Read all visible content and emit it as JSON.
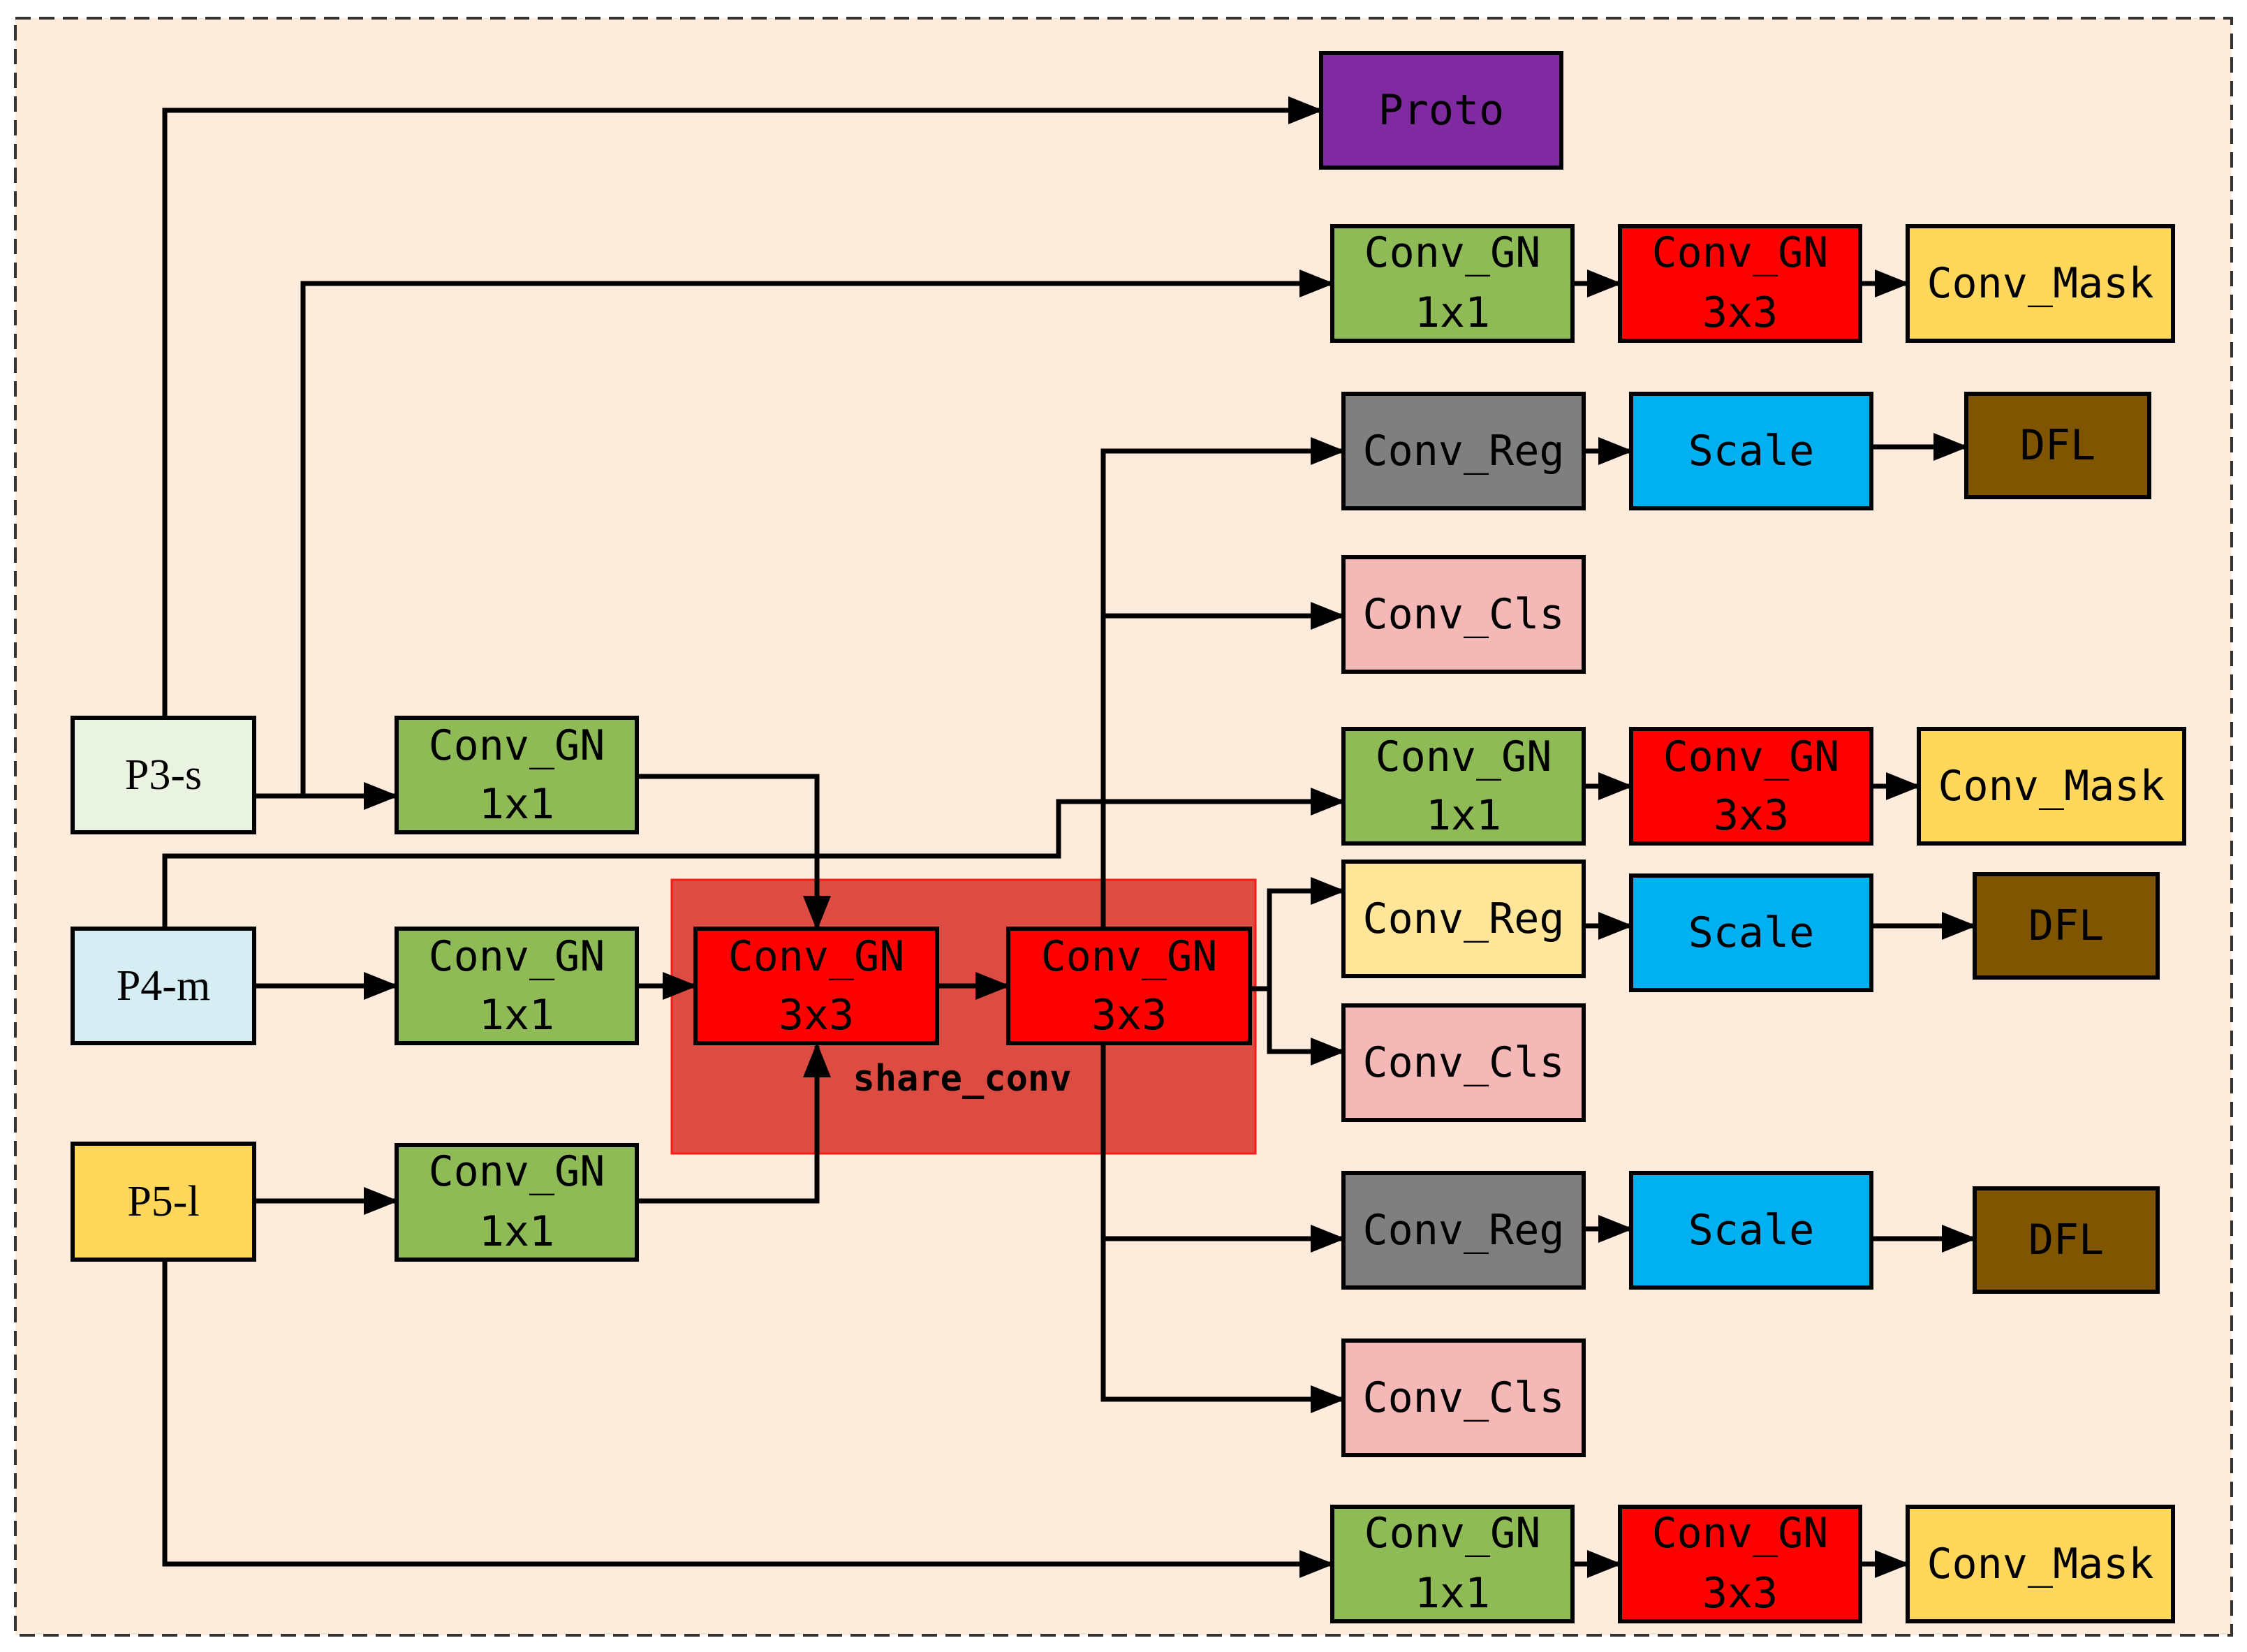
{
  "colors": {
    "background": "#FDEBDC",
    "share_region": "#DC4C42",
    "proto": "#7F2AA0",
    "conv_gn_1x1": "#8FBB57",
    "conv_gn_3x3": "#FF0000",
    "conv_mask": "#FFD75A",
    "conv_reg_gray": "#7F7F7F",
    "conv_reg_yellow": "#FFE699",
    "scale": "#00B0F0",
    "dfl": "#7F5500",
    "conv_cls": "#F4B9B7",
    "p3": "#EAF2E1",
    "p4": "#D6EDF4",
    "p5": "#FFD75A"
  },
  "share_label": "share_conv",
  "nodes": {
    "p3": "P3-s",
    "p4": "P4-m",
    "p5": "P5-l",
    "proto": "Proto",
    "conv_gn": "Conv_GN",
    "k1x1": "1x1",
    "k3x3": "3x3",
    "conv_mask": "Conv_Mask",
    "conv_reg": "Conv_Reg",
    "conv_cls": "Conv_Cls",
    "scale": "Scale",
    "dfl": "DFL"
  }
}
